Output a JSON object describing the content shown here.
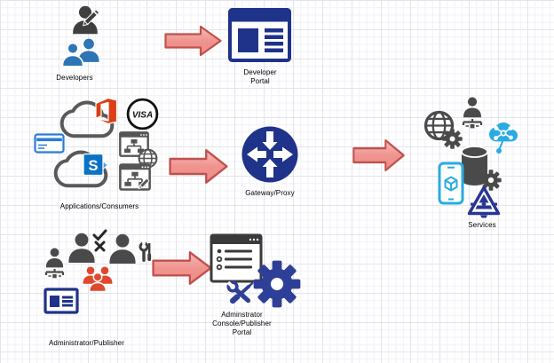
{
  "diagram": {
    "nodes": {
      "developers": {
        "label": "Developers"
      },
      "developer_portal": {
        "label": "Developer\nPortal"
      },
      "applications_consumers": {
        "label": "Applications/Consumers",
        "visa_text": "VISA",
        "sharepoint_letter": "S"
      },
      "gateway_proxy": {
        "label": "Gateway/Proxy"
      },
      "services": {
        "label": "Services"
      },
      "administrator_publisher": {
        "label": "Administrator/Publisher"
      },
      "admin_console": {
        "label": "Adminstrator\nConsole/Publisher\nPortal"
      }
    },
    "arrows": [
      {
        "from": "developers",
        "to": "developer_portal"
      },
      {
        "from": "applications_consumers",
        "to": "gateway_proxy"
      },
      {
        "from": "gateway_proxy",
        "to": "services"
      },
      {
        "from": "administrator_publisher",
        "to": "admin_console"
      }
    ]
  },
  "colors": {
    "navy": "#1e3389",
    "admin_blue": "#2e3f97",
    "logo_blue": "#283593",
    "gray_icon": "#4a4a4a",
    "blue_person": "#2e75b6",
    "cyan": "#29abe2",
    "red_group": "#e0482e",
    "office_red": "#dc3e15",
    "card_blue": "#2a7cd8",
    "sharepoint_blue": "#0b72c4",
    "arrow_fill": "#f0948f",
    "arrow_border": "#c0504d"
  }
}
